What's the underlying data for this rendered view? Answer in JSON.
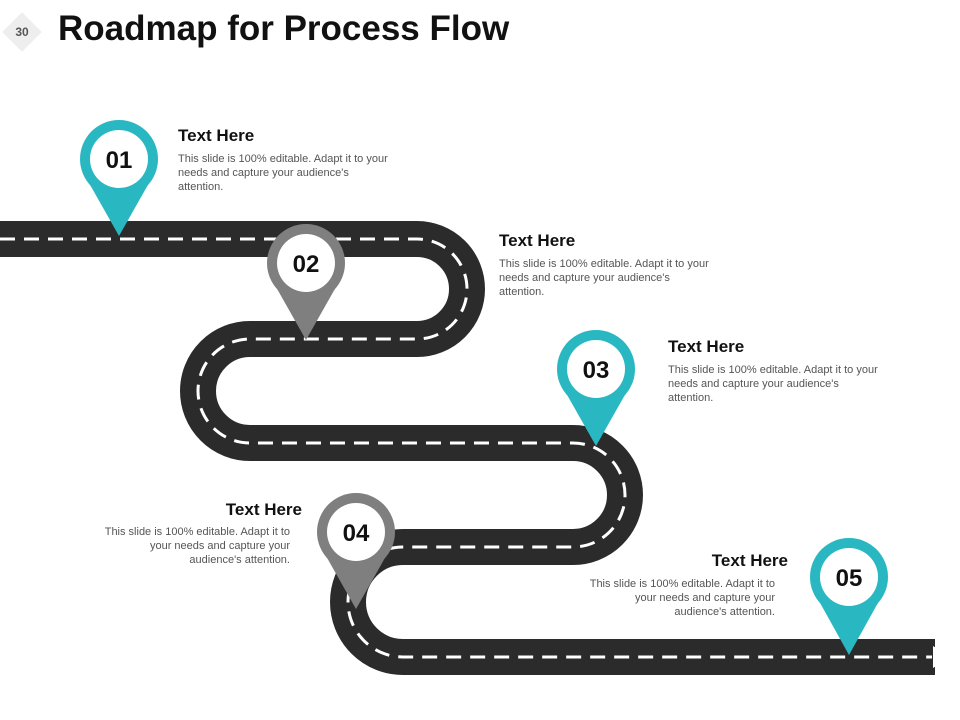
{
  "slide": {
    "number": "30",
    "title": "Roadmap for Process Flow"
  },
  "colors": {
    "road": "#2b2b2b",
    "teal": "#29b8c2",
    "gray": "#7f7f7f"
  },
  "steps": [
    {
      "number": "01",
      "heading": "Text Here",
      "body": "This slide is 100% editable. Adapt it to your needs and capture your audience's attention.",
      "pin_color": "teal"
    },
    {
      "number": "02",
      "heading": "Text Here",
      "body": "This slide is 100% editable. Adapt it to your needs and capture your audience's attention.",
      "pin_color": "gray"
    },
    {
      "number": "03",
      "heading": "Text Here",
      "body": "This slide is 100% editable. Adapt it to your needs and capture your audience's attention.",
      "pin_color": "teal"
    },
    {
      "number": "04",
      "heading": "Text Here",
      "body": "This slide is 100% editable. Adapt it to your needs and capture your audience's attention.",
      "pin_color": "gray"
    },
    {
      "number": "05",
      "heading": "Text Here",
      "body": "This slide is 100% editable. Adapt it to your needs and capture your audience's attention.",
      "pin_color": "teal"
    }
  ]
}
